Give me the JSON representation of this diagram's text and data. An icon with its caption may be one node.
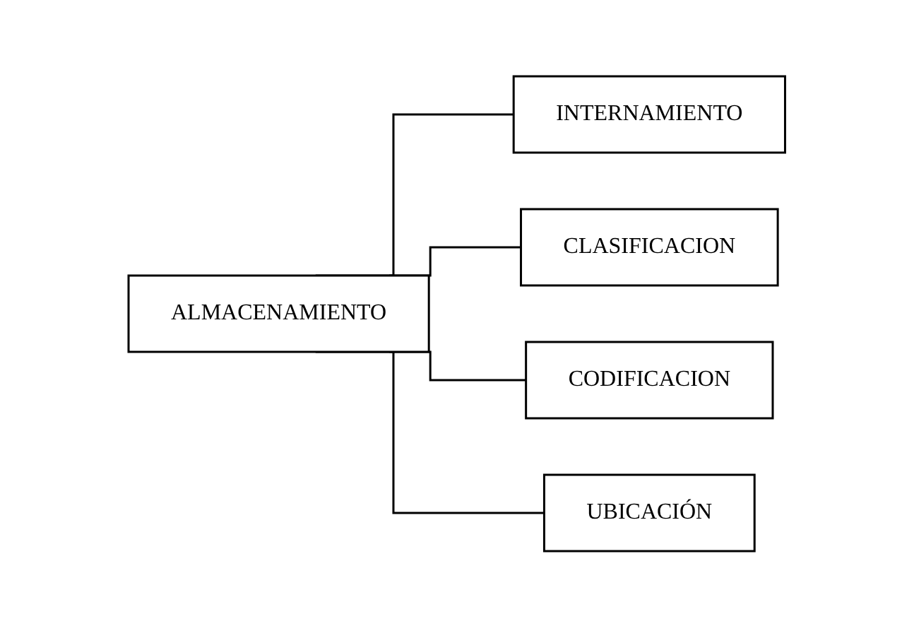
{
  "diagram": {
    "nodes": [
      {
        "text": [
          "ALMACENAMIENTO"
        ]
      },
      {
        "text": [
          "INTERNAMIENTO"
        ]
      },
      {
        "text": [
          "CLASIFICACION"
        ]
      },
      {
        "text": [
          "CODIFICACION"
        ]
      },
      {
        "text": [
          "UBICACIÓN"
        ]
      }
    ],
    "edges": [
      {
        "from": 0,
        "to": 1,
        "arrow": "none"
      },
      {
        "from": 0,
        "to": 2,
        "arrow": "none"
      },
      {
        "from": 0,
        "to": 3,
        "arrow": "none"
      },
      {
        "from": 0,
        "to": 4,
        "arrow": "none"
      }
    ]
  }
}
